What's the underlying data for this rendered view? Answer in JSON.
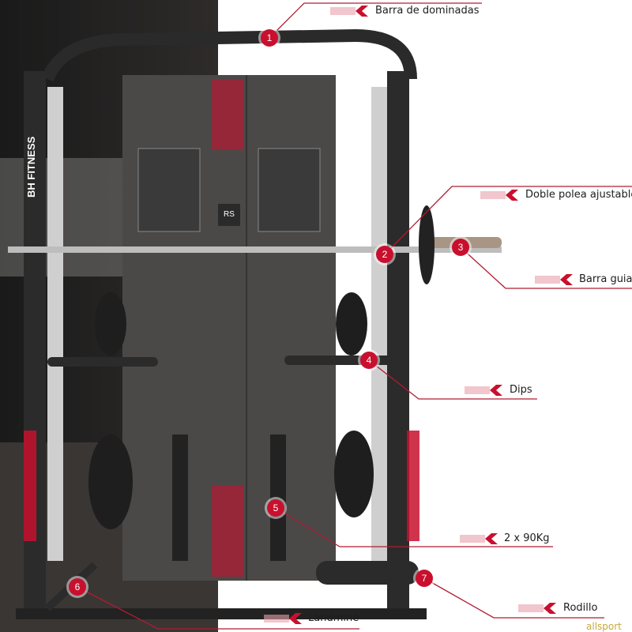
{
  "brand_logo": "BH FITNESS",
  "panel_logo": "RS",
  "accent_color": "#c8102e",
  "callouts": [
    {
      "number": "1",
      "label": "Barra de dominadas"
    },
    {
      "number": "2",
      "label": "Doble polea ajustable"
    },
    {
      "number": "3",
      "label": "Barra guia"
    },
    {
      "number": "4",
      "label": "Dips"
    },
    {
      "number": "5",
      "label": "2 x 90Kg"
    },
    {
      "number": "6",
      "label": "Landmine"
    },
    {
      "number": "7",
      "label": "Rodillo"
    }
  ],
  "watermark": "allsport"
}
